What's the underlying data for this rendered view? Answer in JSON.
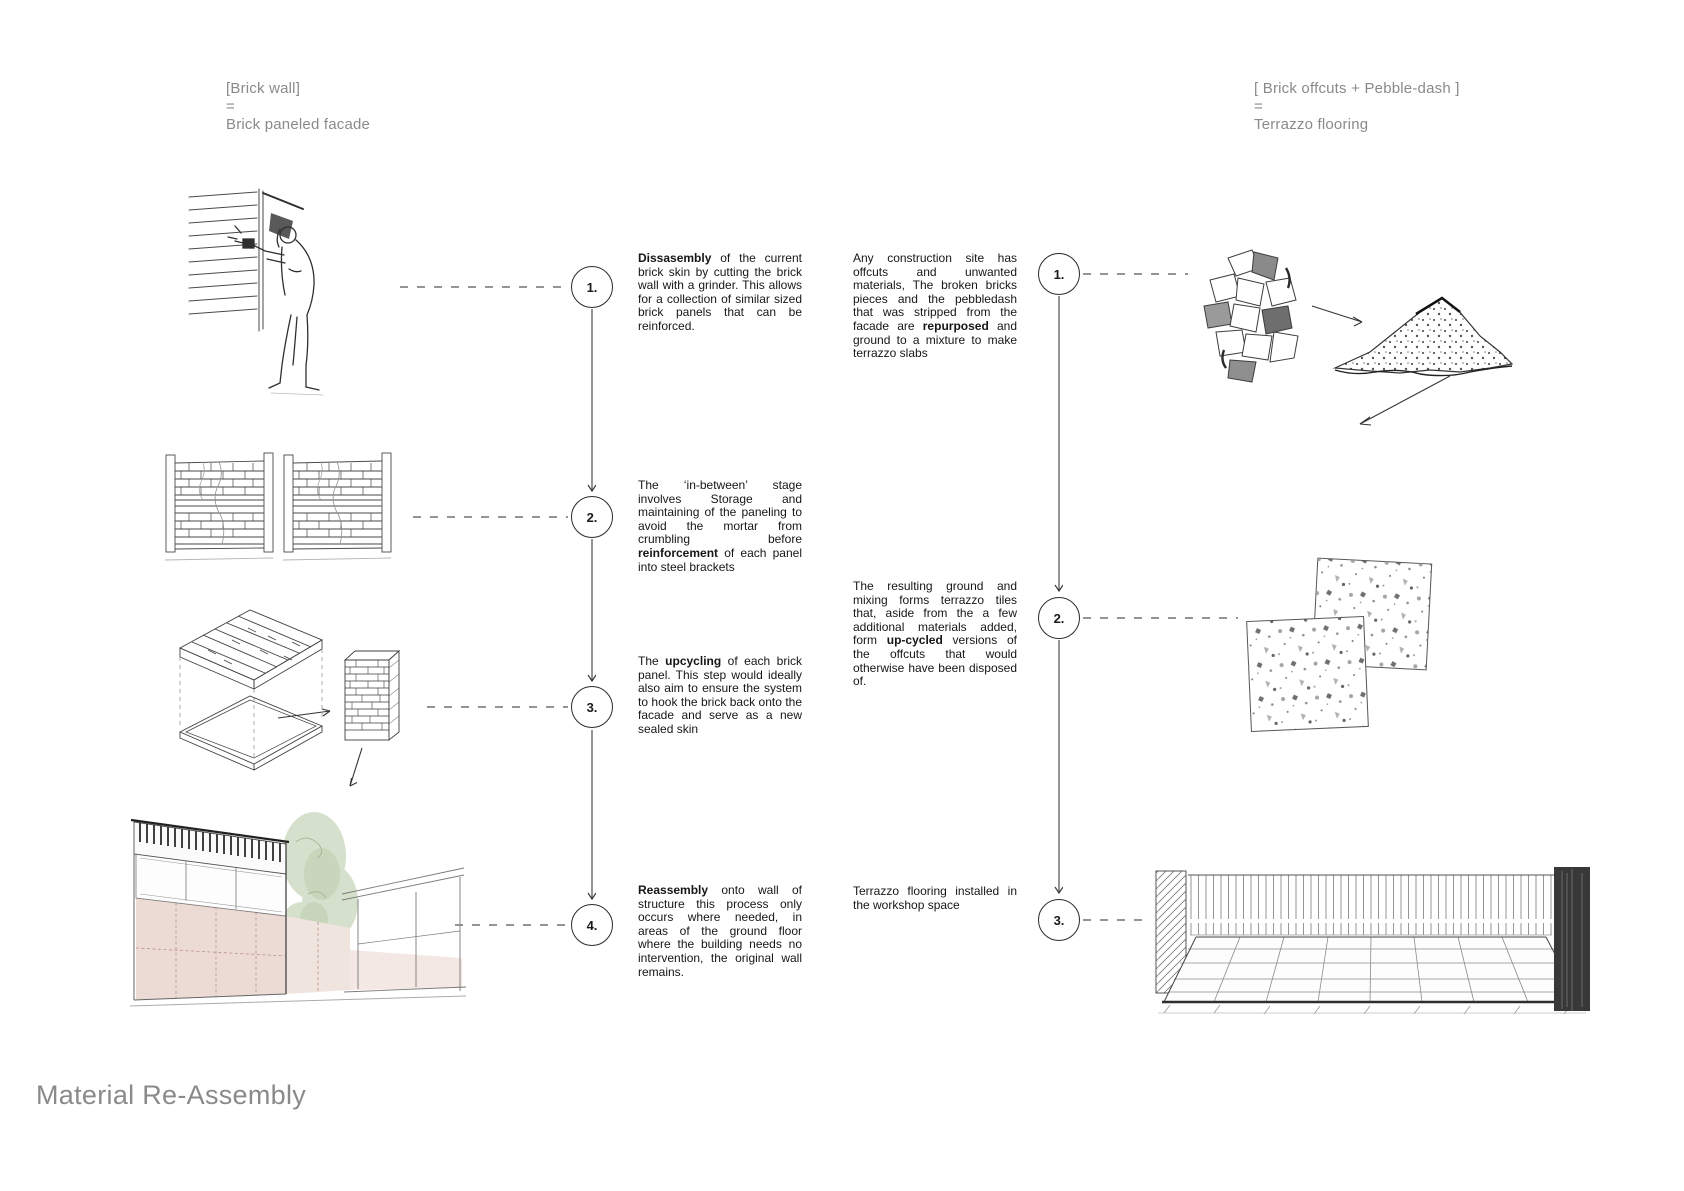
{
  "page": {
    "title": "Material Re-Assembly"
  },
  "left_process": {
    "header": {
      "materials": "[Brick wall]",
      "equals": "=",
      "result": "Brick paneled facade"
    },
    "steps": [
      {
        "number": "1.",
        "illustration": "worker-cutting-brick-wall-with-grinder",
        "segments": [
          {
            "text": "Dissasembly",
            "bold": true
          },
          {
            "text": " of the current brick skin by cutting the brick wall with a grinder. This allows for a collection of similar sized brick panels that can be reinforced.",
            "bold": false
          }
        ]
      },
      {
        "number": "2.",
        "illustration": "brick-panels-in-storage-frames",
        "segments": [
          {
            "text": "The ‘in-between’ stage involves Storage and maintaining of the paneling to avoid the mortar from crumbling before ",
            "bold": false
          },
          {
            "text": "reinforcement",
            "bold": true
          },
          {
            "text": " of each panel into steel brackets",
            "bold": false
          }
        ]
      },
      {
        "number": "3.",
        "illustration": "exploded-brick-panel-and-reinforced-panel",
        "segments": [
          {
            "text": "The ",
            "bold": false
          },
          {
            "text": "upcycling",
            "bold": true
          },
          {
            "text": " of each brick panel. This step would ideally also aim to ensure the system to hook the brick back onto the facade and serve as a new sealed skin",
            "bold": false
          }
        ]
      },
      {
        "number": "4.",
        "illustration": "reassembled-brick-panel-facade-perspective",
        "segments": [
          {
            "text": "Reassembly",
            "bold": true
          },
          {
            "text": " onto wall of structure this process only occurs where needed, in areas of the ground floor where the building needs no intervention, the original wall remains.",
            "bold": false
          }
        ]
      }
    ]
  },
  "right_process": {
    "header": {
      "materials": "[ Brick offcuts + Pebble-dash ]",
      "equals": "=",
      "result": "Terrazzo flooring"
    },
    "steps": [
      {
        "number": "1.",
        "illustration": "broken-brick-offcuts-ground-to-mixture-pile",
        "segments": [
          {
            "text": "Any construction site has offcuts and unwanted materials, The broken bricks pieces and the pebbledash that was stripped from the facade are ",
            "bold": false
          },
          {
            "text": "repurposed",
            "bold": true
          },
          {
            "text": " and ground to a mixture to make terrazzo slabs",
            "bold": false
          }
        ]
      },
      {
        "number": "2.",
        "illustration": "terrazzo-tile-samples",
        "segments": [
          {
            "text": "The resulting ground and mixing forms terrazzo tiles that, aside from the a few additional materials added, form ",
            "bold": false
          },
          {
            "text": "up-cycled",
            "bold": true
          },
          {
            "text": " versions of the offcuts that would otherwise have been disposed of.",
            "bold": false
          }
        ]
      },
      {
        "number": "3.",
        "illustration": "workshop-space-with-terrazzo-flooring",
        "segments": [
          {
            "text": "Terrazzo flooring installed in the workshop space",
            "bold": false
          }
        ]
      }
    ]
  },
  "colors": {
    "ink": "#161616",
    "muted_gray": "#8a8a8a",
    "sketch_line": "#3f3f3f",
    "brick_wash_pink": "#ecdbd4",
    "foliage_wash_green": "#cfdcc5"
  }
}
